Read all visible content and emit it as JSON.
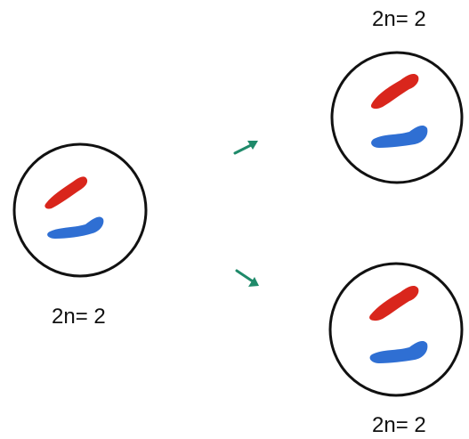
{
  "parent_cell": {
    "label": "2n= 2",
    "chromosome_colors": {
      "red": "#d9261c",
      "blue": "#2f6fd3"
    }
  },
  "daughter_cells": [
    {
      "label": "2n= 2"
    },
    {
      "label": "2n= 2"
    }
  ],
  "arrows": {
    "color": "#1f8a6a",
    "icon": "arrow-icon"
  },
  "cell_outline_color": "#111111"
}
